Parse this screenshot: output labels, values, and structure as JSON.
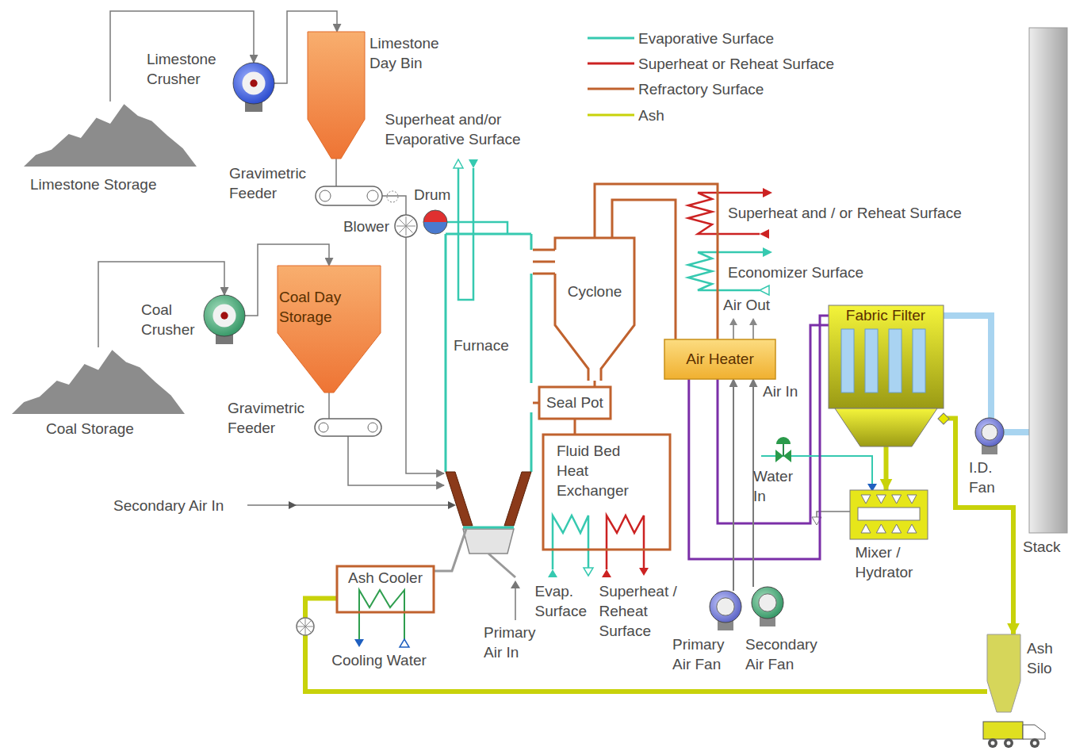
{
  "diagram": {
    "nodes": [
      {
        "text": [
          "Limestone Storage"
        ]
      },
      {
        "text": [
          "Limestone Crusher"
        ]
      },
      {
        "text": [
          "Limestone Day Bin"
        ]
      },
      {
        "text": [
          "Gravimetric Feeder"
        ]
      },
      {
        "text": [
          "Drum"
        ]
      },
      {
        "text": [
          "Blower"
        ]
      },
      {
        "text": [
          "Coal Crusher"
        ]
      },
      {
        "text": [
          "Coal Day Storage"
        ]
      },
      {
        "text": [
          "Coal Storage"
        ]
      },
      {
        "text": [
          "Gravimetric Feeder"
        ]
      },
      {
        "text": [
          "Furnace"
        ]
      },
      {
        "text": [
          "Cyclone"
        ]
      },
      {
        "text": [
          "Seal Pot"
        ]
      },
      {
        "text": [
          "Fluid Bed Heat Exchanger"
        ]
      },
      {
        "text": [
          "Air Heater"
        ]
      },
      {
        "text": [
          "Fabric Filter"
        ]
      },
      {
        "text": [
          "Mixer / Hydrator"
        ]
      },
      {
        "text": [
          "I.D. Fan"
        ]
      },
      {
        "text": [
          "Stack"
        ]
      },
      {
        "text": [
          "Ash Cooler"
        ]
      },
      {
        "text": [
          "Primary Air Fan"
        ]
      },
      {
        "text": [
          "Secondary Air Fan"
        ]
      },
      {
        "text": [
          "Ash Silo"
        ]
      }
    ],
    "edges": [
      {
        "from": 0,
        "to": 1,
        "arrow": "to"
      },
      {
        "from": 1,
        "to": 2,
        "arrow": "to"
      },
      {
        "from": 2,
        "to": 3,
        "arrow": "none"
      },
      {
        "from": 3,
        "to": 5,
        "arrow": "none"
      },
      {
        "from": 5,
        "to": 10,
        "arrow": "to"
      },
      {
        "from": 9,
        "to": 10,
        "arrow": "to"
      },
      {
        "from": 4,
        "to": 10,
        "arrow": "none"
      },
      {
        "from": 10,
        "to": 11,
        "arrow": "none"
      },
      {
        "from": 11,
        "to": 12,
        "arrow": "none"
      },
      {
        "from": 12,
        "to": 10,
        "arrow": "none"
      },
      {
        "from": 12,
        "to": 13,
        "arrow": "none"
      },
      {
        "from": 11,
        "to": 14,
        "arrow": "none"
      },
      {
        "from": 14,
        "to": 15,
        "arrow": "none"
      },
      {
        "from": 15,
        "to": 17,
        "arrow": "none"
      },
      {
        "from": 17,
        "to": 18,
        "arrow": "none"
      },
      {
        "from": 15,
        "to": 22,
        "arrow": "to"
      },
      {
        "from": 15,
        "to": 16,
        "arrow": "to"
      },
      {
        "from": 10,
        "to": 19,
        "arrow": "none"
      },
      {
        "from": 19,
        "to": 22,
        "arrow": "none"
      },
      {
        "from": 20,
        "to": 14,
        "arrow": "to"
      },
      {
        "from": 21,
        "to": 14,
        "arrow": "to"
      },
      {
        "from": 8,
        "to": 6,
        "arrow": "to"
      },
      {
        "from": 6,
        "to": 7,
        "arrow": "to"
      },
      {
        "from": 7,
        "to": 9,
        "arrow": "none"
      }
    ],
    "labels": [
      "Superheat and/or Evaporative Surface",
      "Superheat and / or Reheat Surface",
      "Economizer Surface",
      "Air Out",
      "Air In",
      "Water In",
      "Secondary Air In",
      "Evap. Surface",
      "Superheat / Reheat Surface",
      "Primary Air In",
      "Cooling Water"
    ],
    "legend": [
      {
        "text": "Evaporative Surface",
        "color": "#36c9b0"
      },
      {
        "text": "Superheat or Reheat Surface",
        "color": "#cc2222"
      },
      {
        "text": "Refractory Surface",
        "color": "#c0622e"
      },
      {
        "text": "Ash",
        "color": "#c8d20a"
      }
    ]
  }
}
